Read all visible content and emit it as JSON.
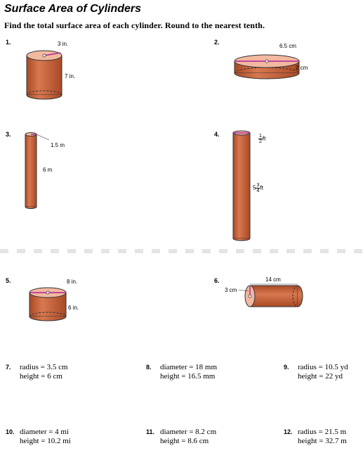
{
  "header": {
    "title": "Surface Area of Cylinders",
    "instructions": "Find the total surface area of each cylinder. Round to the nearest tenth."
  },
  "problems": [
    {
      "number": "1.",
      "labels": [
        "3 in.",
        "7 in."
      ]
    },
    {
      "number": "2.",
      "labels": [
        "6.5 cm",
        "2 cm"
      ]
    },
    {
      "number": "3.",
      "labels": [
        "1.5 m",
        "6 m"
      ]
    },
    {
      "number": "4.",
      "labels": [
        "ft",
        "ft"
      ],
      "fraction_top": {
        "num": "1",
        "den": "2"
      },
      "fraction_side": {
        "whole": "5",
        "num": "3",
        "den": "4"
      }
    },
    {
      "number": "5.",
      "labels": [
        "8 in.",
        "6 in."
      ]
    },
    {
      "number": "6.",
      "labels": [
        "14 cm",
        "3 cm"
      ]
    }
  ],
  "text_problems": [
    {
      "number": "7.",
      "line1": "radius = 3.5 cm",
      "line2": "height = 6 cm"
    },
    {
      "number": "8.",
      "line1": "diameter = 18 mm",
      "line2": "height = 16.5 mm"
    },
    {
      "number": "9.",
      "line1": "radius = 10.5 yd",
      "line2": "height = 22 yd"
    },
    {
      "number": "10.",
      "line1": "diameter = 4 mi",
      "line2": "height = 10.2 mi"
    },
    {
      "number": "11.",
      "line1": "diameter = 8.2 cm",
      "line2": "height = 8.6 cm"
    },
    {
      "number": "12.",
      "line1": "radius = 21.5 m",
      "line2": "height = 32.7 m"
    }
  ],
  "colors": {
    "cylinder_body": "#c8643c",
    "cylinder_dark": "#8a3418",
    "cylinder_top": "#f2b9a0",
    "radius_line": "#b0269a",
    "separator": "#e4e4e4"
  }
}
